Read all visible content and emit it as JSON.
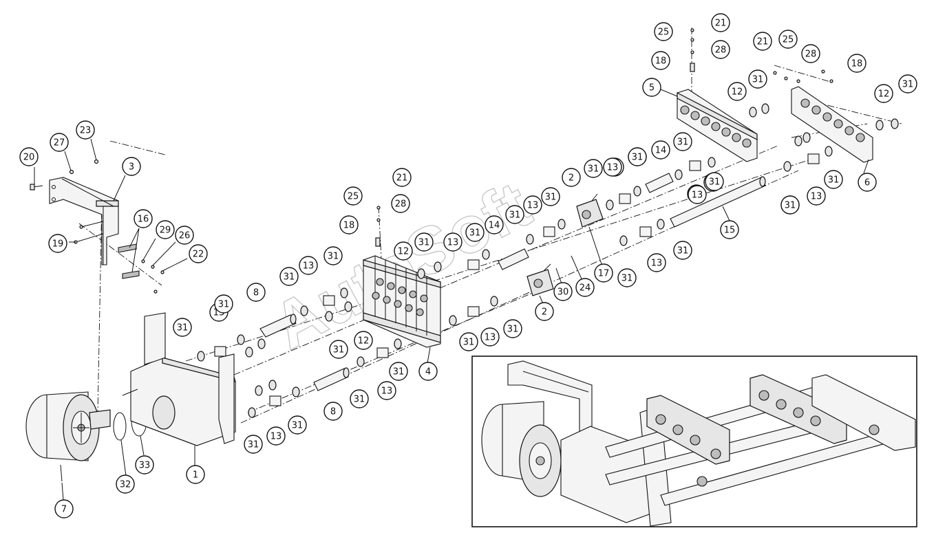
{
  "diagram": {
    "watermark_text": "AutoSoft",
    "callouts": [
      {
        "id": "c20a",
        "label": "20"
      },
      {
        "id": "c27a",
        "label": "27"
      },
      {
        "id": "c23a",
        "label": "23"
      },
      {
        "id": "c3",
        "label": "3"
      },
      {
        "id": "c16",
        "label": "16"
      },
      {
        "id": "c29",
        "label": "29"
      },
      {
        "id": "c26",
        "label": "26"
      },
      {
        "id": "c22",
        "label": "22"
      },
      {
        "id": "c19",
        "label": "19"
      },
      {
        "id": "c31a",
        "label": "31"
      },
      {
        "id": "c13a",
        "label": "13"
      },
      {
        "id": "c31b",
        "label": "31"
      },
      {
        "id": "c8a",
        "label": "8"
      },
      {
        "id": "c31c",
        "label": "31"
      },
      {
        "id": "c13b",
        "label": "13"
      },
      {
        "id": "c31d",
        "label": "31"
      },
      {
        "id": "c31e",
        "label": "31"
      },
      {
        "id": "c12a",
        "label": "12"
      },
      {
        "id": "c25a",
        "label": "25"
      },
      {
        "id": "c21a",
        "label": "21"
      },
      {
        "id": "c28a",
        "label": "28"
      },
      {
        "id": "c18a",
        "label": "18"
      },
      {
        "id": "c12b",
        "label": "12"
      },
      {
        "id": "c31f",
        "label": "31"
      },
      {
        "id": "c13c",
        "label": "13"
      },
      {
        "id": "c31g",
        "label": "31"
      },
      {
        "id": "c14a",
        "label": "14"
      },
      {
        "id": "c31h",
        "label": "31"
      },
      {
        "id": "c13d",
        "label": "13"
      },
      {
        "id": "c31i",
        "label": "31"
      },
      {
        "id": "c2a",
        "label": "2"
      },
      {
        "id": "c31j",
        "label": "31"
      },
      {
        "id": "c13e",
        "label": "13"
      },
      {
        "id": "c31k",
        "label": "31"
      },
      {
        "id": "c14b",
        "label": "14"
      },
      {
        "id": "c31l",
        "label": "31"
      },
      {
        "id": "c13f",
        "label": "13"
      },
      {
        "id": "c31m",
        "label": "31"
      },
      {
        "id": "c17",
        "label": "17"
      },
      {
        "id": "c24",
        "label": "24"
      },
      {
        "id": "c30",
        "label": "30"
      },
      {
        "id": "c2b",
        "label": "2"
      },
      {
        "id": "c31n",
        "label": "31"
      },
      {
        "id": "c13g",
        "label": "13"
      },
      {
        "id": "c31o",
        "label": "31"
      },
      {
        "id": "c4",
        "label": "4"
      },
      {
        "id": "c31p",
        "label": "31"
      },
      {
        "id": "c13h",
        "label": "13"
      },
      {
        "id": "c31q",
        "label": "31"
      },
      {
        "id": "c8b",
        "label": "8"
      },
      {
        "id": "c31r",
        "label": "31"
      },
      {
        "id": "c13i",
        "label": "13"
      },
      {
        "id": "c31s",
        "label": "31"
      },
      {
        "id": "c31t",
        "label": "31"
      },
      {
        "id": "c13j",
        "label": "13"
      },
      {
        "id": "c31u",
        "label": "31"
      },
      {
        "id": "c15",
        "label": "15"
      },
      {
        "id": "c13k",
        "label": "13"
      },
      {
        "id": "c31v",
        "label": "31"
      },
      {
        "id": "c5",
        "label": "5"
      },
      {
        "id": "c25b",
        "label": "25"
      },
      {
        "id": "c21b",
        "label": "21"
      },
      {
        "id": "c28b",
        "label": "28"
      },
      {
        "id": "c18b",
        "label": "18"
      },
      {
        "id": "c12c",
        "label": "12"
      },
      {
        "id": "c31w",
        "label": "31"
      },
      {
        "id": "c21c",
        "label": "21"
      },
      {
        "id": "c25c",
        "label": "25"
      },
      {
        "id": "c28c",
        "label": "28"
      },
      {
        "id": "c18c",
        "label": "18"
      },
      {
        "id": "c12d",
        "label": "12"
      },
      {
        "id": "c31x",
        "label": "31"
      },
      {
        "id": "c31y",
        "label": "31"
      },
      {
        "id": "c13l",
        "label": "13"
      },
      {
        "id": "c31z",
        "label": "31"
      },
      {
        "id": "c6",
        "label": "6"
      },
      {
        "id": "c31aa",
        "label": "31"
      },
      {
        "id": "c13m",
        "label": "13"
      },
      {
        "id": "c31ab",
        "label": "31"
      },
      {
        "id": "c1",
        "label": "1"
      },
      {
        "id": "c32",
        "label": "32"
      },
      {
        "id": "c33",
        "label": "33"
      },
      {
        "id": "c7",
        "label": "7"
      }
    ]
  }
}
